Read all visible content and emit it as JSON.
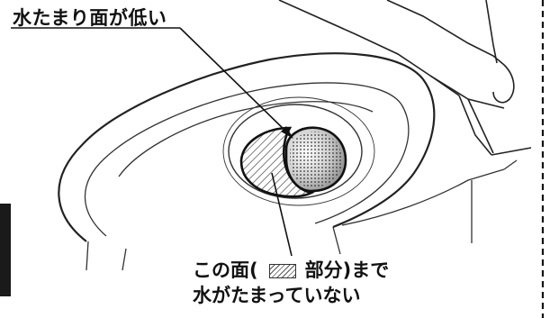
{
  "labels": {
    "top_callout": "水たまり面が低い",
    "bottom_callout_prefix": "この面(",
    "bottom_callout_suffix": "部分)まで",
    "bottom_callout_line2": "水がたまっていない"
  },
  "legend": {
    "pattern": "diagonal-hatch"
  },
  "colors": {
    "ink": "#111111",
    "hatch": "#555555",
    "edge_tab": "#1a1a1a"
  }
}
